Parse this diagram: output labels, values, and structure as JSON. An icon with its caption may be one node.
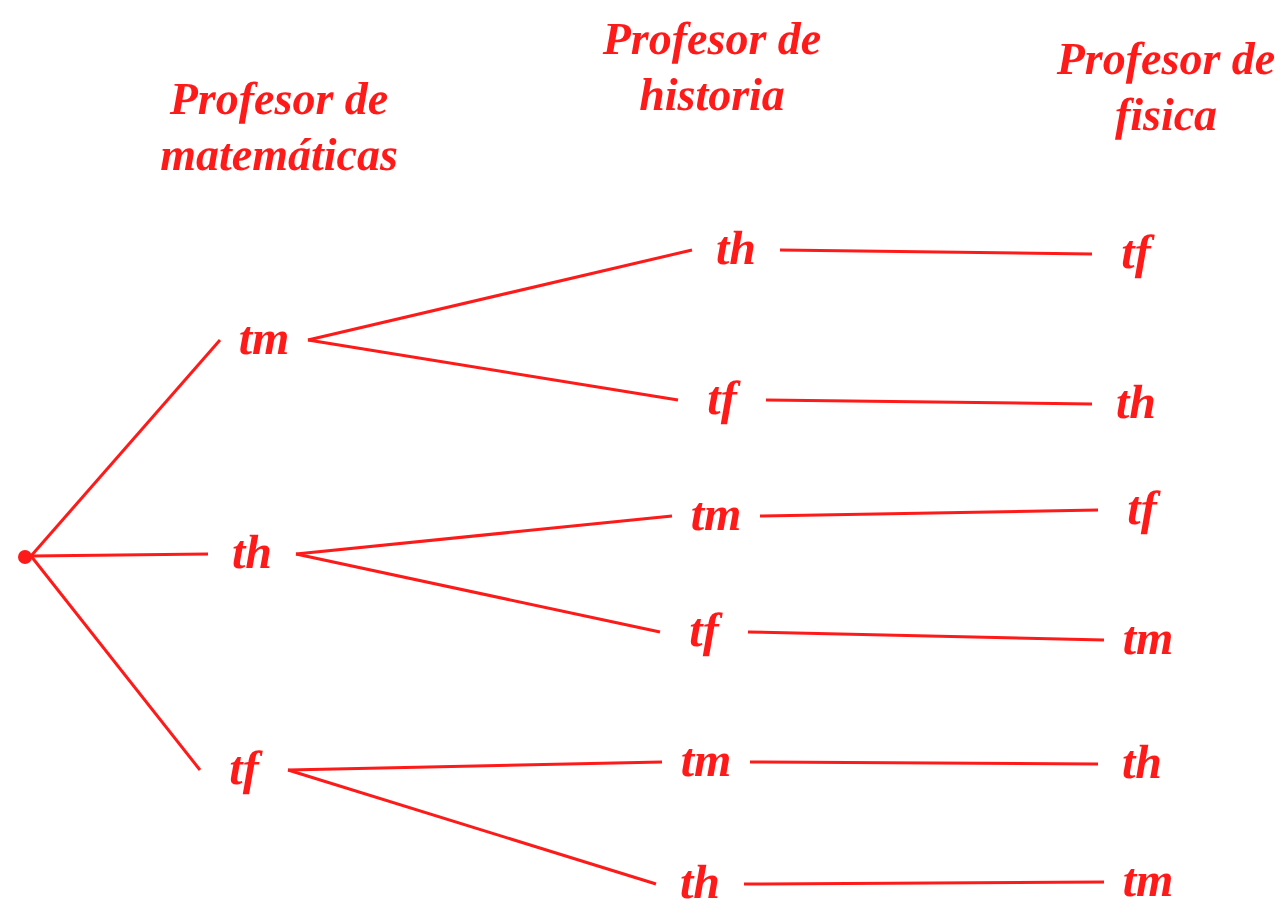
{
  "diagram": {
    "nodes": [
      {
        "text": [],
        "shape": "circle"
      },
      {
        "text": [
          "tm"
        ]
      },
      {
        "text": [
          "th"
        ]
      },
      {
        "text": [
          "tf"
        ]
      },
      {
        "text": [
          "th"
        ]
      },
      {
        "text": [
          "tf"
        ]
      },
      {
        "text": [
          "tm"
        ]
      },
      {
        "text": [
          "tf"
        ]
      },
      {
        "text": [
          "tm"
        ]
      },
      {
        "text": [
          "th"
        ]
      },
      {
        "text": [
          "tf"
        ]
      },
      {
        "text": [
          "th"
        ]
      },
      {
        "text": [
          "tf"
        ]
      },
      {
        "text": [
          "tm"
        ]
      },
      {
        "text": [
          "th"
        ]
      },
      {
        "text": [
          "tm"
        ]
      }
    ],
    "edges": [
      {
        "from": 0,
        "to": 1,
        "arrow": "none"
      },
      {
        "from": 0,
        "to": 2,
        "arrow": "none"
      },
      {
        "from": 0,
        "to": 3,
        "arrow": "none"
      },
      {
        "from": 1,
        "to": 4,
        "arrow": "none"
      },
      {
        "from": 1,
        "to": 5,
        "arrow": "none"
      },
      {
        "from": 2,
        "to": 6,
        "arrow": "none"
      },
      {
        "from": 2,
        "to": 7,
        "arrow": "none"
      },
      {
        "from": 3,
        "to": 8,
        "arrow": "none"
      },
      {
        "from": 3,
        "to": 9,
        "arrow": "none"
      },
      {
        "from": 4,
        "to": 10,
        "arrow": "none"
      },
      {
        "from": 5,
        "to": 11,
        "arrow": "none"
      },
      {
        "from": 6,
        "to": 12,
        "arrow": "none"
      },
      {
        "from": 7,
        "to": 13,
        "arrow": "none"
      },
      {
        "from": 8,
        "to": 14,
        "arrow": "none"
      },
      {
        "from": 9,
        "to": 15,
        "arrow": "none"
      }
    ],
    "labels": [
      "Profesor de matemáticas",
      "Profesor de historia",
      "Profesor de fisica"
    ]
  }
}
